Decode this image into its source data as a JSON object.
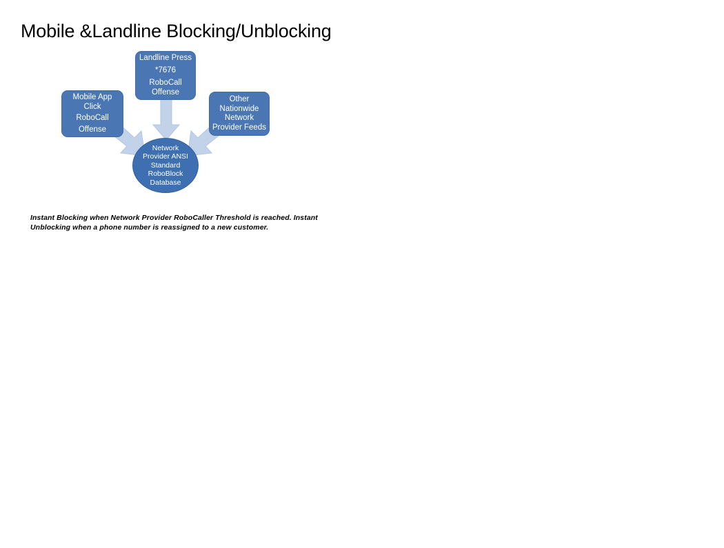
{
  "slide": {
    "title": "Mobile &Landline Blocking/Unblocking",
    "background_color": "#ffffff"
  },
  "theme": {
    "box_fill": "#4a77b4",
    "box_border": "#3f6ba6",
    "circle_fill": "#3d6fb1",
    "circle_border": "#36639d",
    "arrow_fill": "#c2d2e9",
    "arrow_border": "#b3c6e1",
    "node_text_color": "#ffffff",
    "title_text_color": "#000000",
    "caption_text_color": "#000000"
  },
  "diagram": {
    "type": "convergence-flow",
    "nodes": [
      {
        "id": "landline",
        "shape": "rounded-rectangle",
        "lines": [
          "Landline Press",
          "*7676",
          "RoboCall",
          "Offense"
        ],
        "line1": "Landline Press",
        "line2": "*7676",
        "line3": "RoboCall",
        "line4": "Offense"
      },
      {
        "id": "mobile",
        "shape": "rounded-rectangle",
        "lines": [
          "Mobile App",
          "Click",
          "RoboCall",
          "Offense"
        ],
        "line1": "Mobile App",
        "line2": "Click",
        "line3": "RoboCall",
        "line4": "Offense"
      },
      {
        "id": "other",
        "shape": "rounded-rectangle",
        "lines": [
          "Other",
          "Nationwide",
          "Network",
          "Provider Feeds"
        ],
        "line1": "Other",
        "line2": "Nationwide",
        "line3": "Network",
        "line4": "Provider Feeds"
      },
      {
        "id": "database",
        "shape": "circle",
        "lines": [
          "Network",
          "Provider ANSI",
          "Standard",
          "RoboBlock",
          "Database"
        ],
        "line1": "Network",
        "line2": "Provider ANSI",
        "line3": "Standard",
        "line4": "RoboBlock",
        "line5": "Database"
      }
    ],
    "arrows": [
      {
        "id": "landline-to-database",
        "from": "landline",
        "to": "database",
        "direction": "down"
      },
      {
        "id": "mobile-to-database",
        "from": "mobile",
        "to": "database",
        "direction": "down-right"
      },
      {
        "id": "other-to-database",
        "from": "other",
        "to": "database",
        "direction": "down-left"
      }
    ]
  },
  "caption": {
    "text": "Instant Blocking when Network Provider RoboCaller Threshold is reached. Instant Unblocking when a phone number is reassigned to a new customer."
  }
}
